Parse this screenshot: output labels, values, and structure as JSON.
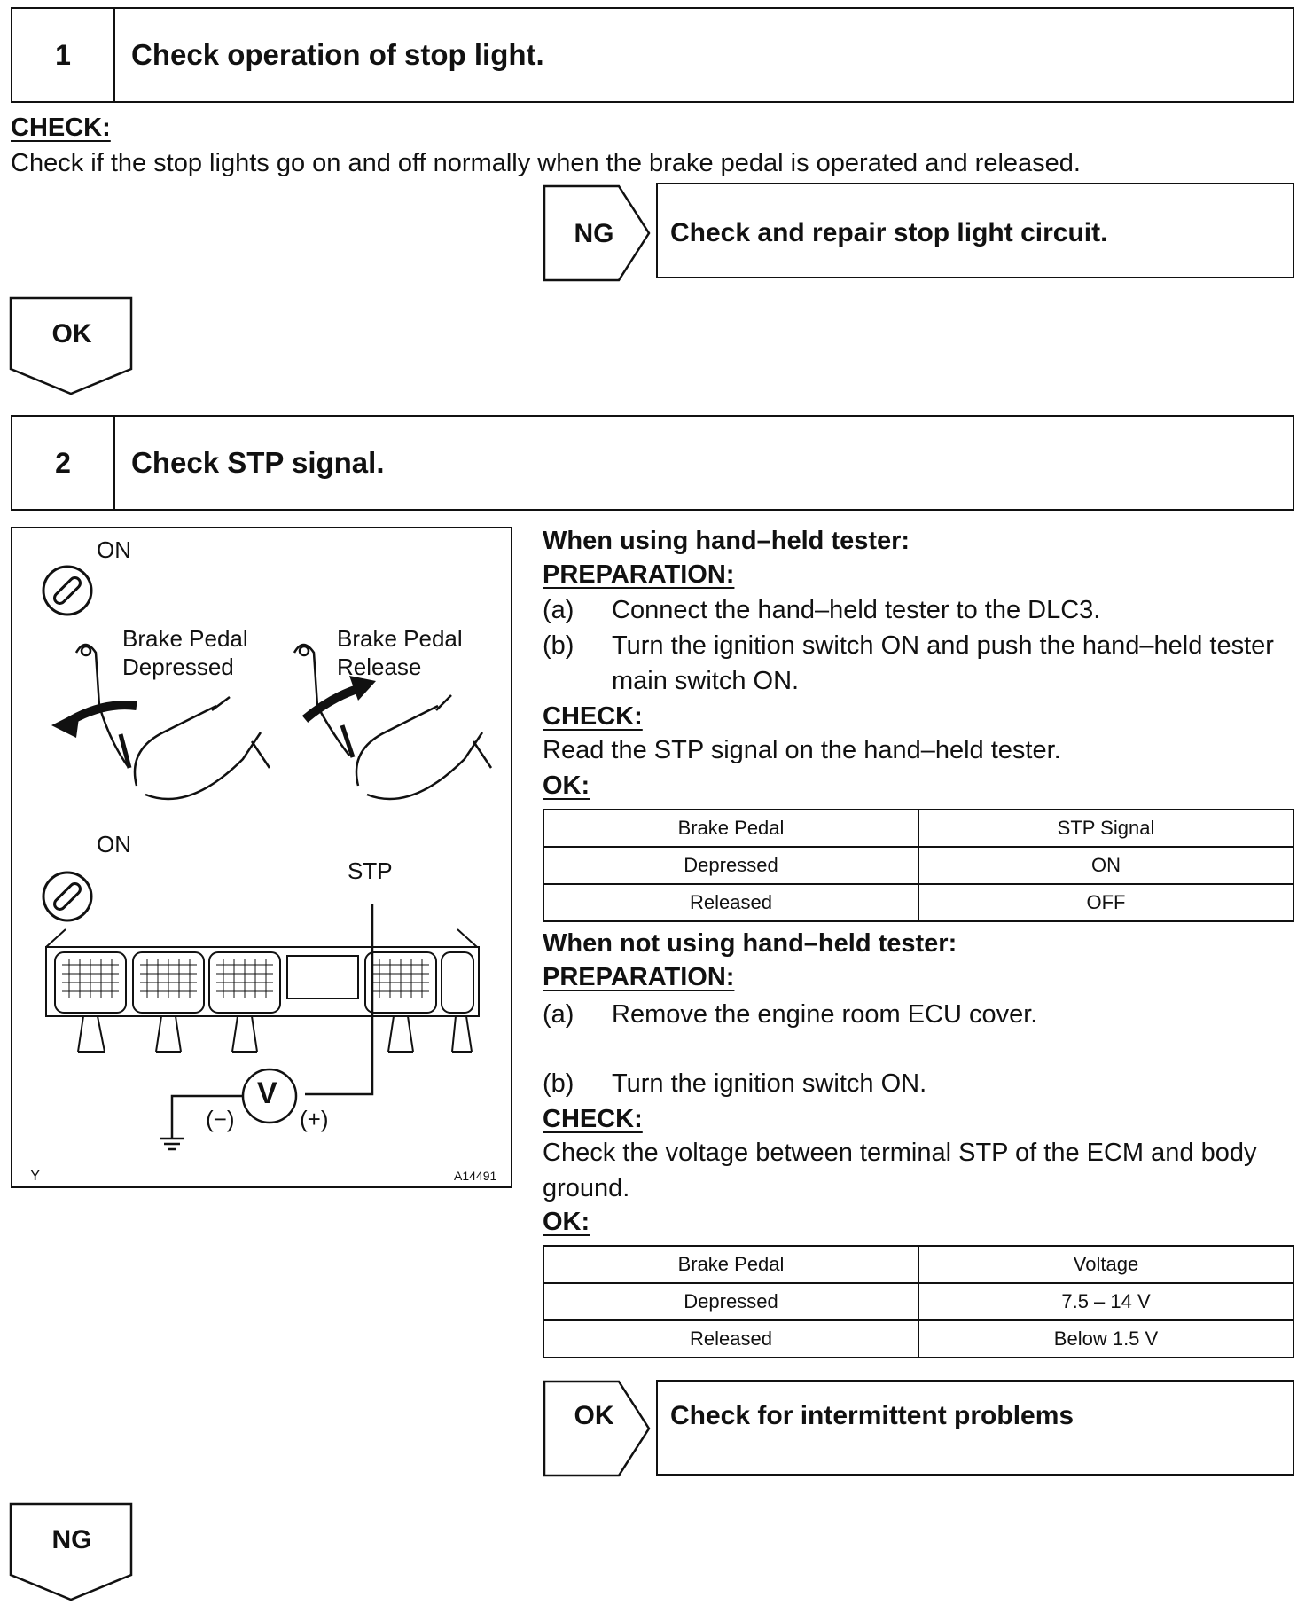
{
  "step1": {
    "number": "1",
    "title": "Check operation of stop light.",
    "check_label": "CHECK:",
    "check_text": "Check if the stop lights go on and off normally when the brake pedal is operated and released.",
    "ng_label": "NG",
    "ng_action": "Check and repair stop light circuit.",
    "ok_label": "OK"
  },
  "step2": {
    "number": "2",
    "title": "Check STP signal.",
    "figure": {
      "on_top": "ON",
      "pedal_depressed": "Brake Pedal\nDepressed",
      "pedal_release": "Brake Pedal\nRelease",
      "on_bottom": "ON",
      "stp": "STP",
      "minus": "(−)",
      "plus": "(+)",
      "volt": "V",
      "corner_left": "Y",
      "figure_id": "A14491"
    },
    "tester": {
      "heading": "When using hand–held tester:",
      "prep_label": "PREPARATION:",
      "items": [
        {
          "label": "(a)",
          "text": "Connect the hand–held tester to the DLC3."
        },
        {
          "label": "(b)",
          "text": "Turn the ignition switch ON and push the hand–held tester main switch ON."
        }
      ],
      "check_label": "CHECK:",
      "check_text": "Read the STP signal on the hand–held tester.",
      "ok_label": "OK:",
      "table": {
        "headers": [
          "Brake Pedal",
          "STP Signal"
        ],
        "rows": [
          [
            "Depressed",
            "ON"
          ],
          [
            "Released",
            "OFF"
          ]
        ]
      }
    },
    "no_tester": {
      "heading": "When not using hand–held tester:",
      "prep_label": "PREPARATION:",
      "items": [
        {
          "label": "(a)",
          "text": "Remove the engine room ECU cover."
        },
        {
          "label": "(b)",
          "text": "Turn the ignition switch ON."
        }
      ],
      "check_label": "CHECK:",
      "check_text": "Check the voltage between terminal STP of the ECM and body ground.",
      "ok_label": "OK:",
      "table": {
        "headers": [
          "Brake Pedal",
          "Voltage"
        ],
        "rows": [
          [
            "Depressed",
            "7.5 – 14 V"
          ],
          [
            "Released",
            "Below 1.5 V"
          ]
        ]
      }
    },
    "ok_label": "OK",
    "ok_action": "Check for intermittent problems",
    "ng_label": "NG"
  }
}
